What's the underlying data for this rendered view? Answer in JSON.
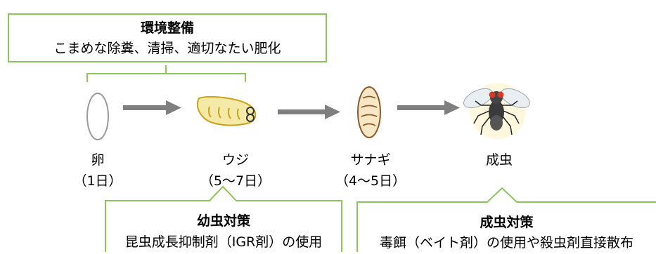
{
  "environment": {
    "title": "環境整備",
    "description": "こまめな除糞、清掃、適切なたい肥化"
  },
  "stages": [
    {
      "name": "卵",
      "duration": "（1日）"
    },
    {
      "name": "ウジ",
      "duration": "（5～7日）"
    },
    {
      "name": "サナギ",
      "duration": "（4～5日）"
    },
    {
      "name": "成虫",
      "duration": ""
    }
  ],
  "larva_measures": {
    "title": "幼虫対策",
    "description": "昆虫成長抑制剤（IGR剤）の使用"
  },
  "adult_measures": {
    "title": "成虫対策",
    "description": "毒餌（ベイト剤）の使用や殺虫剤直接散布"
  },
  "colors": {
    "box_border": "#8cc65a",
    "arrow": "#7f7f7f",
    "larva_fill": "#f5e9a8",
    "larva_stroke": "#c9a21a",
    "pupa_fill": "#f7e7c4",
    "pupa_stroke": "#8b5a2b"
  }
}
